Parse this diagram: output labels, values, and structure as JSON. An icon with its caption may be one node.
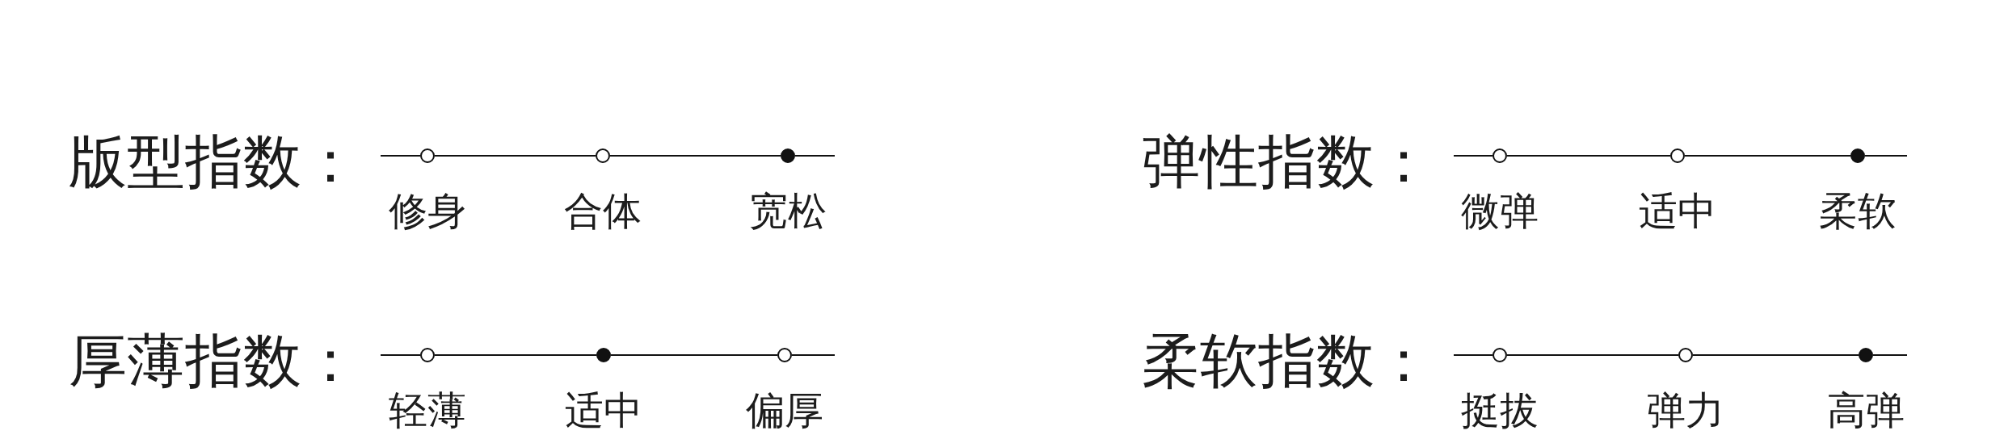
{
  "diagram": {
    "nodes": [
      {
        "text": [],
        "shape": "circle",
        "beside": [
          "修身"
        ]
      },
      {
        "text": [],
        "shape": "circle",
        "beside": [
          "合体"
        ]
      },
      {
        "text": [],
        "shape": "dot",
        "beside": [
          "宽松"
        ]
      },
      {
        "text": [],
        "shape": "circle",
        "beside": [
          "微弹"
        ]
      },
      {
        "text": [],
        "shape": "circle",
        "beside": [
          "适中"
        ]
      },
      {
        "text": [],
        "shape": "dot",
        "beside": [
          "柔软"
        ]
      },
      {
        "text": [],
        "shape": "circle",
        "beside": [
          "轻薄"
        ]
      },
      {
        "text": [],
        "shape": "dot",
        "beside": [
          "适中"
        ]
      },
      {
        "text": [],
        "shape": "circle",
        "beside": [
          "偏厚"
        ]
      },
      {
        "text": [],
        "shape": "circle",
        "beside": [
          "挺拔"
        ]
      },
      {
        "text": [],
        "shape": "circle",
        "beside": [
          "弹力"
        ]
      },
      {
        "text": [],
        "shape": "dot",
        "beside": [
          "高弹"
        ]
      }
    ],
    "edges": [
      {
        "from": null,
        "to": 0,
        "arrow": "none"
      },
      {
        "from": 0,
        "to": 1,
        "arrow": "none"
      },
      {
        "from": 1,
        "to": 2,
        "arrow": "none"
      },
      {
        "from": 2,
        "to": null,
        "arrow": "none"
      },
      {
        "from": null,
        "to": 3,
        "arrow": "none"
      },
      {
        "from": 3,
        "to": 4,
        "arrow": "none"
      },
      {
        "from": 4,
        "to": 5,
        "arrow": "none"
      },
      {
        "from": 5,
        "to": null,
        "arrow": "none"
      },
      {
        "from": null,
        "to": 6,
        "arrow": "none"
      },
      {
        "from": 6,
        "to": 7,
        "arrow": "none"
      },
      {
        "from": 7,
        "to": 8,
        "arrow": "none"
      },
      {
        "from": 8,
        "to": null,
        "arrow": "none"
      },
      {
        "from": null,
        "to": 9,
        "arrow": "none"
      },
      {
        "from": 9,
        "to": 10,
        "arrow": "none"
      },
      {
        "from": 10,
        "to": 11,
        "arrow": "none"
      },
      {
        "from": 11,
        "to": null,
        "arrow": "none"
      }
    ],
    "labels": [
      "版型指数：",
      "弹性指数：",
      "厚薄指数：",
      "柔软指数："
    ]
  }
}
